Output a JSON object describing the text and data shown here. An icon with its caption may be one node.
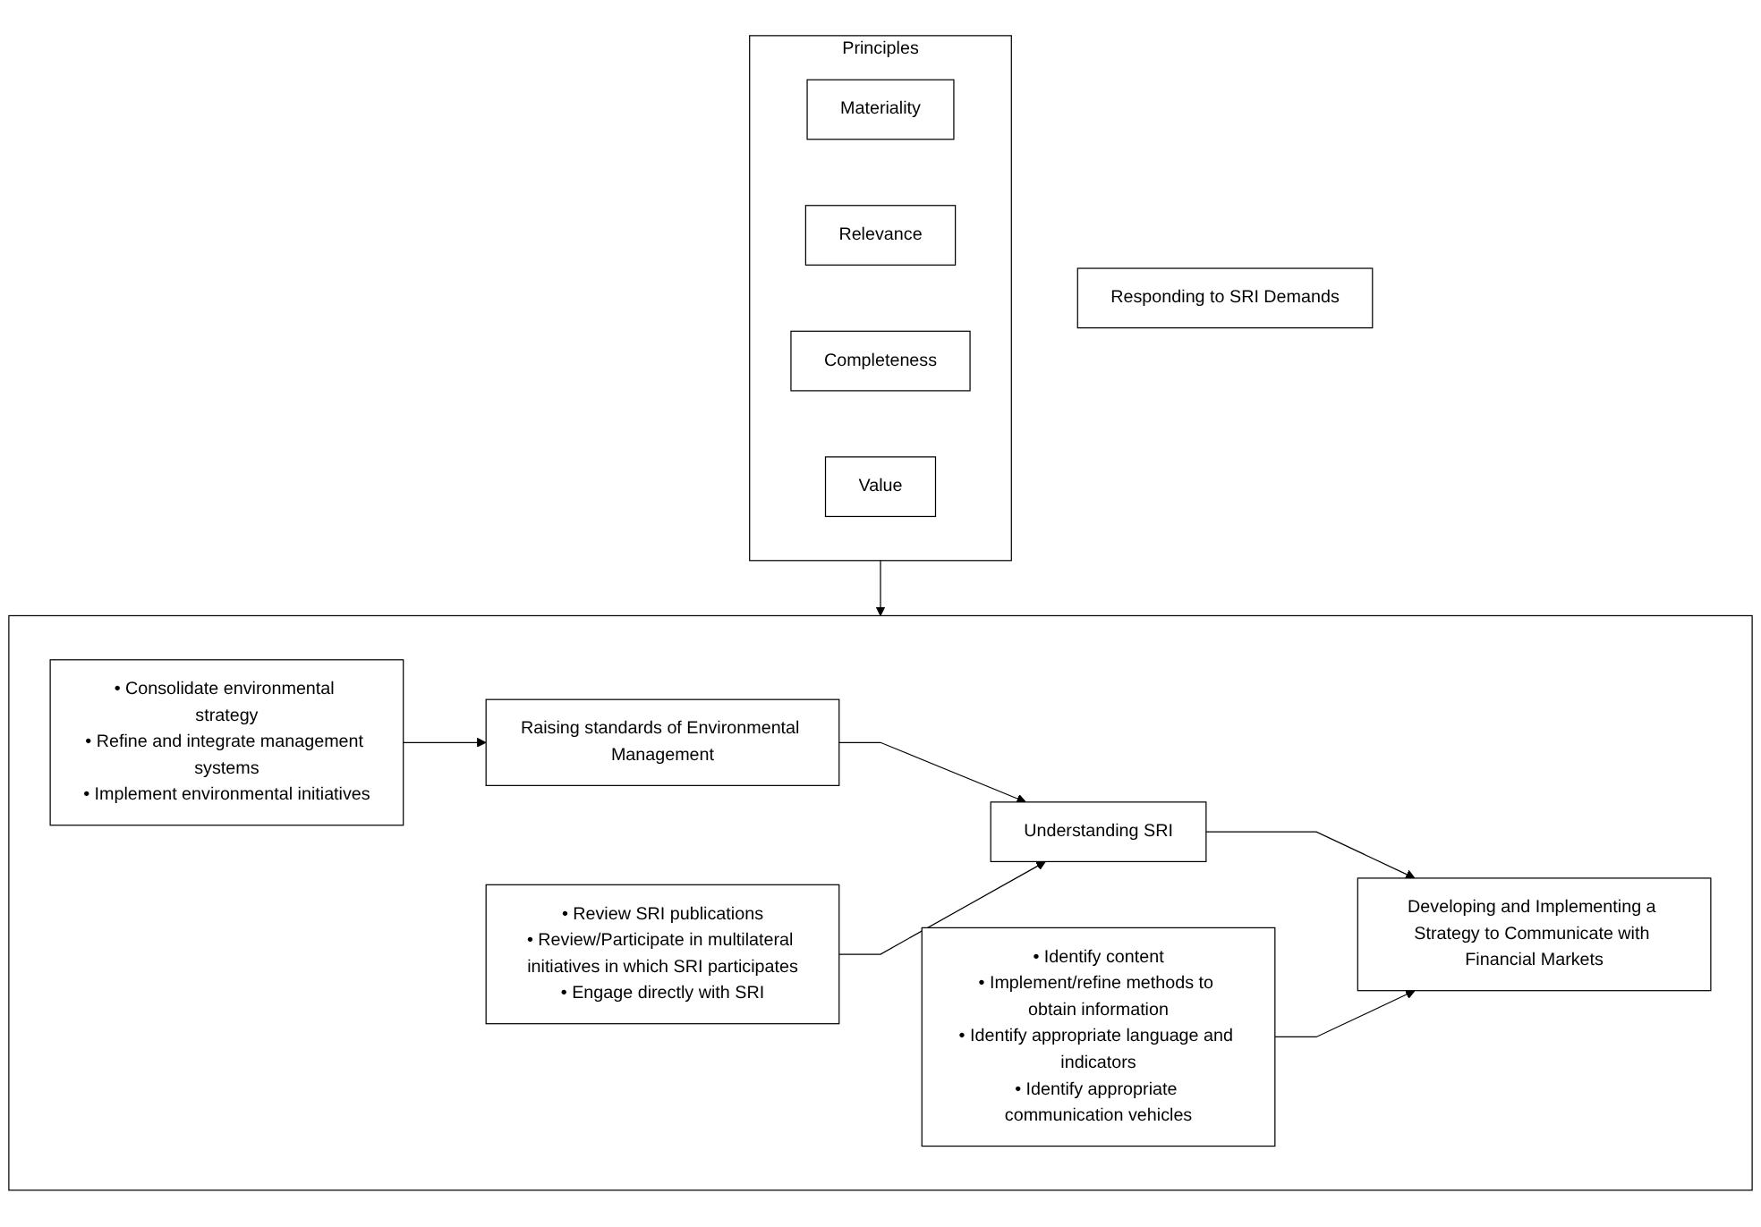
{
  "diagram": {
    "nodes": [
      {
        "text": [
          "Responding to SRI Demands"
        ]
      },
      {
        "text": [],
        "shape": "box"
      },
      {
        "text": [
          "Raising standards of Environmental Management"
        ],
        "in": 1
      },
      {
        "text": [
          "• Consolidate environmental strategy",
          "• Refine and integrate management systems",
          "• Implement environmental initiatives"
        ],
        "in": 1
      },
      {
        "text": [
          "Understanding SRI"
        ],
        "in": 1
      },
      {
        "text": [
          "• Review SRI publications",
          "• Review/Participate in multilateral initiatives in which SRI participates",
          "• Engage directly with SRI"
        ],
        "in": 1
      },
      {
        "text": [
          "Developing and Implementing a Strategy to Communicate with Financial Markets"
        ],
        "in": 1
      },
      {
        "text": [
          "• Identify content",
          "• Implement/refine methods to obtain information",
          "• Identify appropriate language and indicators",
          "• Identify appropriate communication vehicles"
        ],
        "in": 1
      },
      {
        "text": [
          "Principles"
        ]
      },
      {
        "text": [
          "Materiality"
        ],
        "in": 8
      },
      {
        "text": [
          "Relevance"
        ],
        "in": 8
      },
      {
        "text": [
          "Completeness"
        ],
        "in": 8
      },
      {
        "text": [
          "Value"
        ],
        "in": 8
      }
    ],
    "edges": [
      {
        "from": 3,
        "to": 2,
        "arrow": "to"
      },
      {
        "from": 2,
        "to": 4,
        "arrow": "to"
      },
      {
        "from": 5,
        "to": 4,
        "arrow": "to"
      },
      {
        "from": 4,
        "to": 6,
        "arrow": "to"
      },
      {
        "from": 7,
        "to": 6,
        "arrow": "to"
      },
      {
        "from": 8,
        "to": 1,
        "arrow": "to"
      }
    ]
  }
}
